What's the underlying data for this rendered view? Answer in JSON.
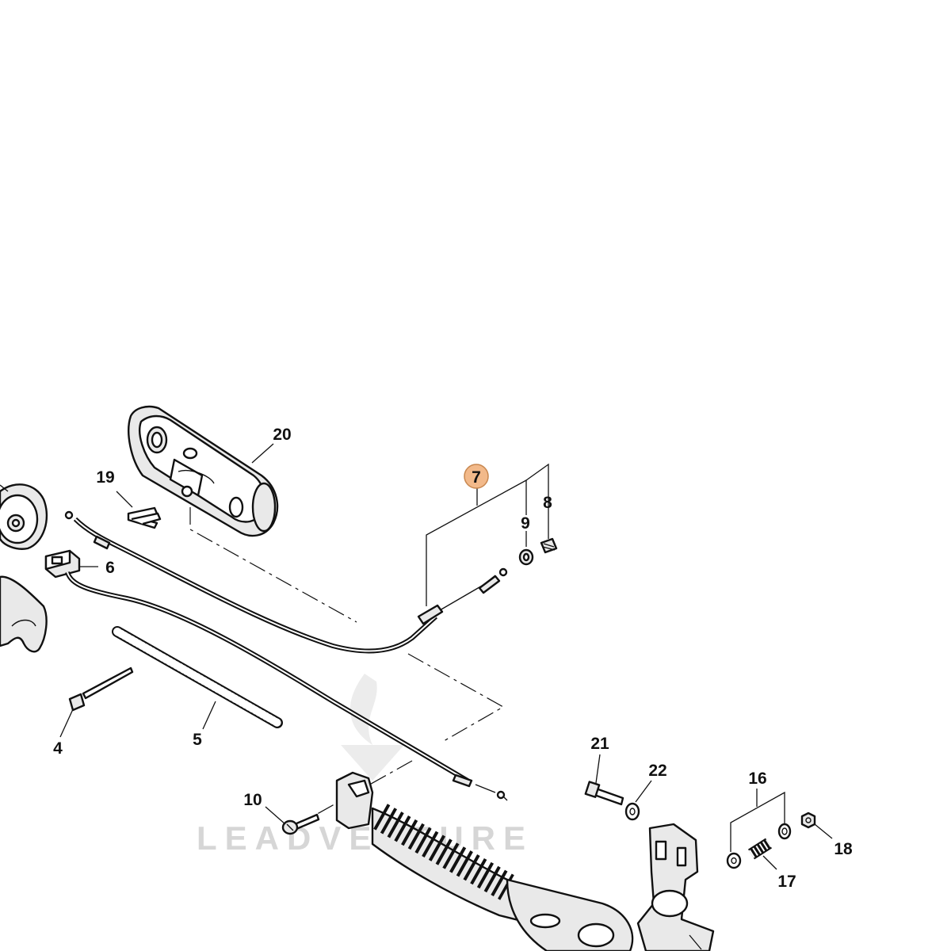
{
  "watermark": {
    "text": "LEADVENTURE"
  },
  "callouts": [
    {
      "id": "20",
      "label": "20",
      "highlighted": false
    },
    {
      "id": "19",
      "label": "19",
      "highlighted": false
    },
    {
      "id": "7",
      "label": "7",
      "highlighted": true,
      "highlight_color": "#f2b98a",
      "highlight_stroke": "#c8874f"
    },
    {
      "id": "8",
      "label": "8",
      "highlighted": false
    },
    {
      "id": "9",
      "label": "9",
      "highlighted": false
    },
    {
      "id": "6",
      "label": "6",
      "highlighted": false
    },
    {
      "id": "4",
      "label": "4",
      "highlighted": false
    },
    {
      "id": "5",
      "label": "5",
      "highlighted": false
    },
    {
      "id": "10",
      "label": "10",
      "highlighted": false
    },
    {
      "id": "21",
      "label": "21",
      "highlighted": false
    },
    {
      "id": "22",
      "label": "22",
      "highlighted": false
    },
    {
      "id": "16",
      "label": "16",
      "highlighted": false
    },
    {
      "id": "18",
      "label": "18",
      "highlighted": false
    },
    {
      "id": "17",
      "label": "17",
      "highlighted": false
    }
  ]
}
